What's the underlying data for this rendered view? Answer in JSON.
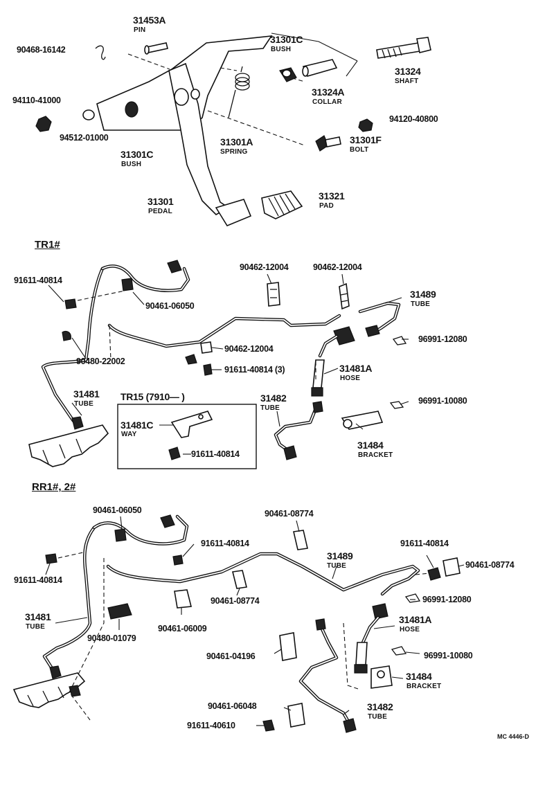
{
  "pedal_assembly": {
    "pin": {
      "number": "31453A",
      "name": "PIN"
    },
    "clip_pin": "90468-16142",
    "bush_top": {
      "number": "31301C",
      "name": "BUSH"
    },
    "shaft": {
      "number": "31324",
      "name": "SHAFT"
    },
    "collar": {
      "number": "31324A",
      "name": "COLLAR"
    },
    "nut_left": "94110-41000",
    "washer": "94512-01000",
    "bush_left": {
      "number": "31301C",
      "name": "BUSH"
    },
    "spring": {
      "number": "31301A",
      "name": "SPRING"
    },
    "nut_right": "94120-40800",
    "bolt": {
      "number": "31301F",
      "name": "BOLT"
    },
    "pedal": {
      "number": "31301",
      "name": "PEDAL"
    },
    "pad": {
      "number": "31321",
      "name": "PAD"
    }
  },
  "tr1": {
    "section_label": "TR1#",
    "bolt_top": "91611-40814",
    "clamp_top": "90461-06050",
    "clip_a": "90462-12004",
    "clip_b": "90462-12004",
    "tube_31489": {
      "number": "31489",
      "name": "TUBE"
    },
    "clip_c": "90462-12004",
    "grommet": "90480-22002",
    "clip_96991a": "96991-12080",
    "bolt_3": "91611-40814 (3)",
    "hose": {
      "number": "31481A",
      "name": "HOSE"
    },
    "tube_31481": {
      "number": "31481",
      "name": "TUBE"
    },
    "tube_31482": {
      "number": "31482",
      "name": "TUBE"
    },
    "clip_96991b": "96991-10080",
    "bracket": {
      "number": "31484",
      "name": "BRACKET"
    },
    "inset": {
      "title": "TR15 (7910—       )",
      "way": {
        "number": "31481C",
        "name": "WAY"
      },
      "bolt": "91611-40814"
    }
  },
  "rr1": {
    "section_label": "RR1#, 2#",
    "clamp_top": "90461-06050",
    "clamp_08774_top": "90461-08774",
    "bolt_mid": "91611-40814",
    "bolt_left": "91611-40814",
    "tube_31489": {
      "number": "31489",
      "name": "TUBE"
    },
    "bolt_right": "91611-40814",
    "clamp_08774_right": "90461-08774",
    "clamp_08774_mid": "90461-08774",
    "clip_96991a": "96991-12080",
    "tube_31481": {
      "number": "31481",
      "name": "TUBE"
    },
    "clamp_06009": "90461-06009",
    "hose": {
      "number": "31481A",
      "name": "HOSE"
    },
    "grommet": "90480-01079",
    "clamp_04196": "90461-04196",
    "clip_96991b": "96991-10080",
    "bracket": {
      "number": "31484",
      "name": "BRACKET"
    },
    "clamp_06048": "90461-06048",
    "tube_31482": {
      "number": "31482",
      "name": "TUBE"
    },
    "bolt_bottom": "91611-40610"
  },
  "drawing_code": "MC 4446-D"
}
